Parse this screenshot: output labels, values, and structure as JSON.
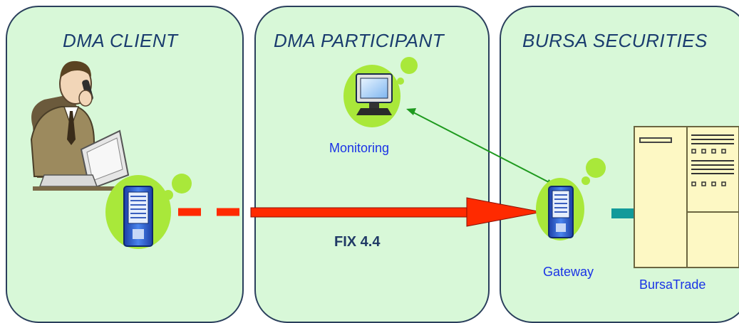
{
  "zones": [
    {
      "title": "DMA CLIENT"
    },
    {
      "title": "DMA PARTICIPANT"
    },
    {
      "title": "BURSA SECURITIES"
    }
  ],
  "nodes": {
    "monitoring": "Monitoring",
    "gateway": "Gateway",
    "bursatrade": "BursaTrade"
  },
  "link": {
    "protocol": "FIX 4.4"
  },
  "colors": {
    "panel_fill": "#d8f8d8",
    "panel_border": "#2a3f5c",
    "arrow_red": "#ff2a00",
    "arrow_green": "#1f9a1f",
    "connector_teal": "#129a9a",
    "blob_green": "#a9e83a",
    "server_blue": "#3266d8"
  },
  "icons": {
    "client_person": "businessman-at-computer-icon",
    "client_server": "server-icon",
    "monitoring": "monitor-icon",
    "gateway": "server-icon",
    "bursatrade": "mainframe-icon"
  }
}
